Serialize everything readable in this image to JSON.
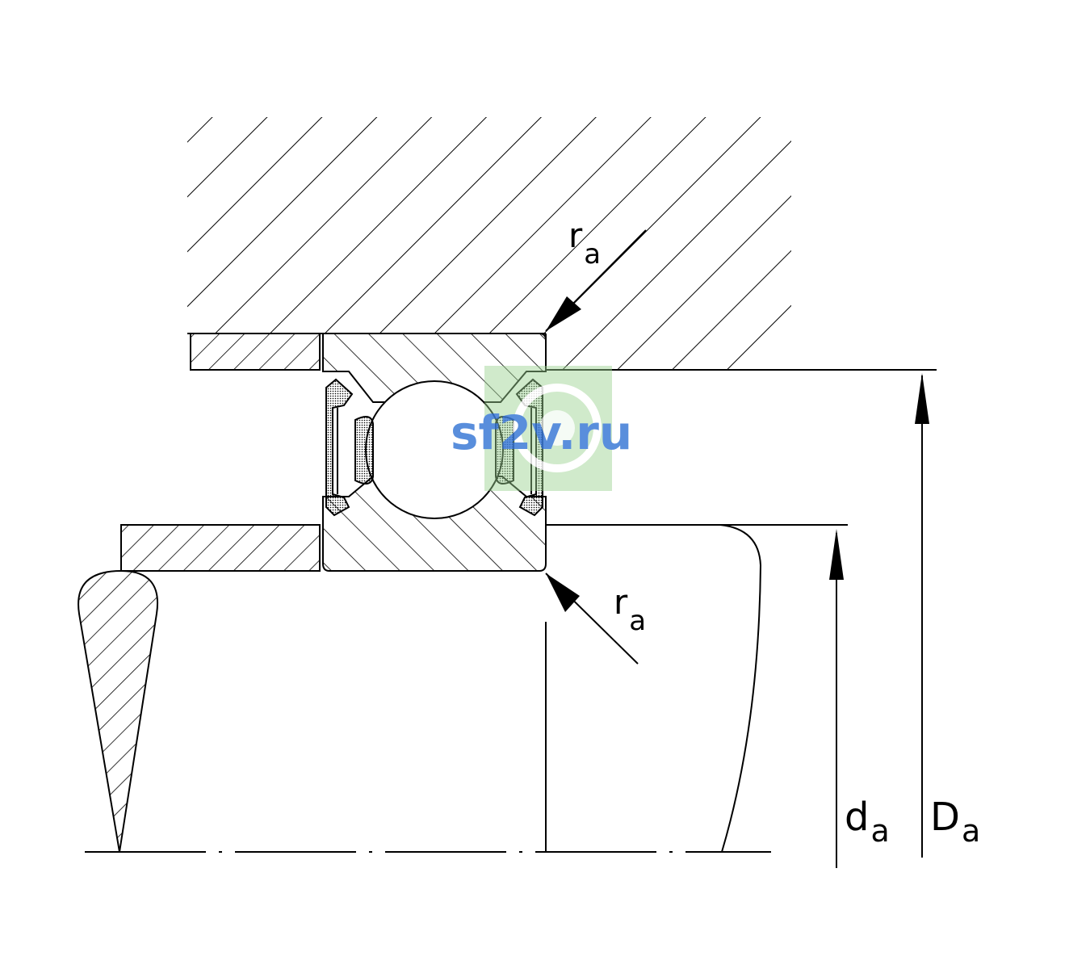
{
  "labels": {
    "ra_top": {
      "main": "r",
      "sub": "a"
    },
    "ra_bottom": {
      "main": "r",
      "sub": "a"
    },
    "da": {
      "main": "d",
      "sub": "a"
    },
    "Da": {
      "main": "D",
      "sub": "a"
    }
  },
  "watermark": {
    "text": "sf2v.ru"
  },
  "colors": {
    "line": "#000000",
    "watermark_text": "#3d7bd6",
    "watermark_bg": "#9bd18f"
  }
}
